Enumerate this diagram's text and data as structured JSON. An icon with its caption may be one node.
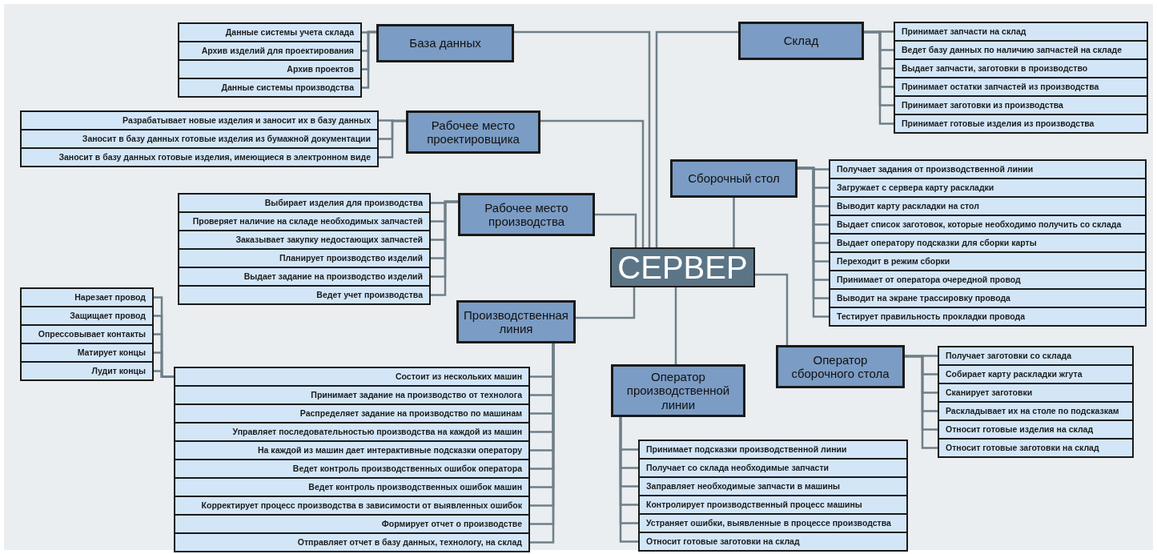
{
  "diagram": {
    "nodes": [
      {
        "text": [
          "База данных"
        ]
      },
      {
        "text": [
          "Данные системы учета склада"
        ]
      },
      {
        "text": [
          "Архив изделий для проектирования"
        ]
      },
      {
        "text": [
          "Архив проектов"
        ]
      },
      {
        "text": [
          "Данные системы производства"
        ]
      },
      {
        "text": [
          "Склад"
        ]
      },
      {
        "text": [
          "Принимает запчасти на склад"
        ]
      },
      {
        "text": [
          "Ведет базу данных по наличию запчастей на складе"
        ]
      },
      {
        "text": [
          "Выдает запчасти, заготовки в производство"
        ]
      },
      {
        "text": [
          "Принимает остатки запчастей из производства"
        ]
      },
      {
        "text": [
          "Принимает заготовки из производства"
        ]
      },
      {
        "text": [
          "Принимает готовые изделия из производства"
        ]
      },
      {
        "text": [
          "Рабочее место проектировщика"
        ]
      },
      {
        "text": [
          "Разрабатывает новые изделия и заносит их в базу данных"
        ]
      },
      {
        "text": [
          "Заносит в базу данных готовые изделия из бумажной документации"
        ]
      },
      {
        "text": [
          "Заносит в базу данных готовые изделия, имеющиеся в электронном виде"
        ]
      },
      {
        "text": [
          "Сборочный стол"
        ]
      },
      {
        "text": [
          "Получает задания от производственной линии"
        ]
      },
      {
        "text": [
          "Загружает с сервера карту раскладки"
        ]
      },
      {
        "text": [
          "Выводит карту раскладки на стол"
        ]
      },
      {
        "text": [
          "Выдает список заготовок, которые необходимо получить со склада"
        ]
      },
      {
        "text": [
          "Выдает оператору подсказки для сборки карты"
        ]
      },
      {
        "text": [
          "Переходит в режим сборки"
        ]
      },
      {
        "text": [
          "Принимает от оператора очередной провод"
        ]
      },
      {
        "text": [
          "Выводит на экране трассировку провода"
        ]
      },
      {
        "text": [
          "Тестирует правильность прокладки провода"
        ]
      },
      {
        "text": [
          "Рабочее место производства"
        ]
      },
      {
        "text": [
          "Выбирает изделия для производства"
        ]
      },
      {
        "text": [
          "Проверяет наличие на складе необходимых запчастей"
        ]
      },
      {
        "text": [
          "Заказывает закупку недостающих запчастей"
        ]
      },
      {
        "text": [
          "Планирует производство изделий"
        ]
      },
      {
        "text": [
          "Выдает задание на производство изделий"
        ]
      },
      {
        "text": [
          "Ведет учет производства"
        ]
      },
      {
        "text": [
          "СЕРВЕР"
        ]
      },
      {
        "text": [
          "Производственная линия"
        ]
      },
      {
        "text": [
          "Нарезает провод"
        ]
      },
      {
        "text": [
          "Защищает провод"
        ]
      },
      {
        "text": [
          "Опрессовывает контакты"
        ]
      },
      {
        "text": [
          "Матирует концы"
        ]
      },
      {
        "text": [
          "Лудит концы"
        ]
      },
      {
        "text": [
          "Состоит из нескольких машин"
        ]
      },
      {
        "text": [
          "Принимает задание на производство от технолога"
        ]
      },
      {
        "text": [
          "Распределяет задание на производство по машинам"
        ]
      },
      {
        "text": [
          "Управляет последовательностью производства на каждой из машин"
        ]
      },
      {
        "text": [
          "На каждой из машин дает интерактивные подсказки оператору"
        ]
      },
      {
        "text": [
          "Ведет контроль производственных ошибок оператора"
        ]
      },
      {
        "text": [
          "Ведет контроль производственных ошибок машин"
        ]
      },
      {
        "text": [
          "Корректирует процесс производства в зависимости от выявленных ошибок"
        ]
      },
      {
        "text": [
          "Формирует отчет о производстве"
        ]
      },
      {
        "text": [
          "Отправляет отчет в базу данных, технологу, на склад"
        ]
      },
      {
        "text": [
          "Оператор сборочного стола"
        ]
      },
      {
        "text": [
          "Получает заготовки со склада"
        ]
      },
      {
        "text": [
          "Собирает карту раскладки жгута"
        ]
      },
      {
        "text": [
          "Сканирует заготовки"
        ]
      },
      {
        "text": [
          "Раскладывает их на столе по подсказкам"
        ]
      },
      {
        "text": [
          "Относит готовые изделия на склад"
        ]
      },
      {
        "text": [
          "Относит готовые заготовки на склад"
        ]
      },
      {
        "text": [
          "Оператор производственной линии"
        ]
      },
      {
        "text": [
          "Принимает подсказки производственной линии"
        ]
      },
      {
        "text": [
          "Получает со склада необходимые запчасти"
        ]
      },
      {
        "text": [
          "Заправляет необходимые запчасти в машины"
        ]
      },
      {
        "text": [
          "Контролирует производственный процесс машины"
        ]
      },
      {
        "text": [
          "Устраняет ошибки, выявленные в процессе производства"
        ]
      },
      {
        "text": [
          "Относит готовые заготовки на склад"
        ]
      }
    ],
    "edges": [
      {
        "from": 33,
        "to": 0,
        "arrow": "none"
      },
      {
        "from": 33,
        "to": 5,
        "arrow": "none"
      },
      {
        "from": 33,
        "to": 12,
        "arrow": "none"
      },
      {
        "from": 33,
        "to": 16,
        "arrow": "none"
      },
      {
        "from": 33,
        "to": 26,
        "arrow": "none"
      },
      {
        "from": 33,
        "to": 34,
        "arrow": "none"
      },
      {
        "from": 33,
        "to": 50,
        "arrow": "none"
      },
      {
        "from": 33,
        "to": 57,
        "arrow": "none"
      },
      {
        "from": 0,
        "to": 1,
        "arrow": "none"
      },
      {
        "from": 0,
        "to": 2,
        "arrow": "none"
      },
      {
        "from": 0,
        "to": 3,
        "arrow": "none"
      },
      {
        "from": 0,
        "to": 4,
        "arrow": "none"
      },
      {
        "from": 5,
        "to": 6,
        "arrow": "none"
      },
      {
        "from": 5,
        "to": 7,
        "arrow": "none"
      },
      {
        "from": 5,
        "to": 8,
        "arrow": "none"
      },
      {
        "from": 5,
        "to": 9,
        "arrow": "none"
      },
      {
        "from": 5,
        "to": 10,
        "arrow": "none"
      },
      {
        "from": 5,
        "to": 11,
        "arrow": "none"
      },
      {
        "from": 12,
        "to": 13,
        "arrow": "none"
      },
      {
        "from": 12,
        "to": 14,
        "arrow": "none"
      },
      {
        "from": 12,
        "to": 15,
        "arrow": "none"
      },
      {
        "from": 16,
        "to": 17,
        "arrow": "none"
      },
      {
        "from": 16,
        "to": 18,
        "arrow": "none"
      },
      {
        "from": 16,
        "to": 19,
        "arrow": "none"
      },
      {
        "from": 16,
        "to": 20,
        "arrow": "none"
      },
      {
        "from": 16,
        "to": 21,
        "arrow": "none"
      },
      {
        "from": 16,
        "to": 22,
        "arrow": "none"
      },
      {
        "from": 16,
        "to": 23,
        "arrow": "none"
      },
      {
        "from": 16,
        "to": 24,
        "arrow": "none"
      },
      {
        "from": 16,
        "to": 25,
        "arrow": "none"
      },
      {
        "from": 26,
        "to": 27,
        "arrow": "none"
      },
      {
        "from": 26,
        "to": 28,
        "arrow": "none"
      },
      {
        "from": 26,
        "to": 29,
        "arrow": "none"
      },
      {
        "from": 26,
        "to": 30,
        "arrow": "none"
      },
      {
        "from": 26,
        "to": 31,
        "arrow": "none"
      },
      {
        "from": 26,
        "to": 32,
        "arrow": "none"
      },
      {
        "from": 34,
        "to": 40,
        "arrow": "none"
      },
      {
        "from": 34,
        "to": 41,
        "arrow": "none"
      },
      {
        "from": 34,
        "to": 42,
        "arrow": "none"
      },
      {
        "from": 34,
        "to": 43,
        "arrow": "none"
      },
      {
        "from": 34,
        "to": 44,
        "arrow": "none"
      },
      {
        "from": 34,
        "to": 45,
        "arrow": "none"
      },
      {
        "from": 34,
        "to": 46,
        "arrow": "none"
      },
      {
        "from": 34,
        "to": 47,
        "arrow": "none"
      },
      {
        "from": 34,
        "to": 48,
        "arrow": "none"
      },
      {
        "from": 34,
        "to": 49,
        "arrow": "none"
      },
      {
        "from": 40,
        "to": 35,
        "arrow": "none"
      },
      {
        "from": 40,
        "to": 36,
        "arrow": "none"
      },
      {
        "from": 40,
        "to": 37,
        "arrow": "none"
      },
      {
        "from": 40,
        "to": 38,
        "arrow": "none"
      },
      {
        "from": 40,
        "to": 39,
        "arrow": "none"
      },
      {
        "from": 50,
        "to": 51,
        "arrow": "none"
      },
      {
        "from": 50,
        "to": 52,
        "arrow": "none"
      },
      {
        "from": 50,
        "to": 53,
        "arrow": "none"
      },
      {
        "from": 50,
        "to": 54,
        "arrow": "none"
      },
      {
        "from": 50,
        "to": 55,
        "arrow": "none"
      },
      {
        "from": 50,
        "to": 56,
        "arrow": "none"
      },
      {
        "from": 57,
        "to": 58,
        "arrow": "none"
      },
      {
        "from": 57,
        "to": 59,
        "arrow": "none"
      },
      {
        "from": 57,
        "to": 60,
        "arrow": "none"
      },
      {
        "from": 57,
        "to": 61,
        "arrow": "none"
      },
      {
        "from": 57,
        "to": 62,
        "arrow": "none"
      },
      {
        "from": 57,
        "to": 63,
        "arrow": "none"
      }
    ]
  }
}
